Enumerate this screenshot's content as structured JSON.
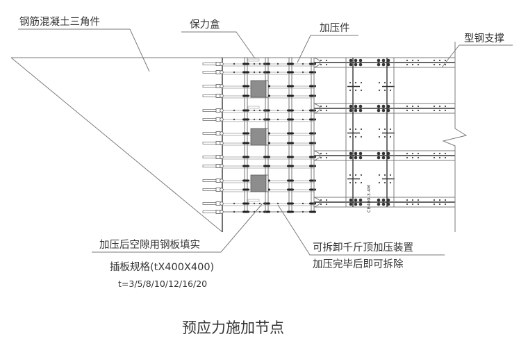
{
  "title": "预应力施加节点",
  "labels": {
    "concrete_triangle": "钢筋混凝土三角件",
    "force_box": "保力盒",
    "pressure_piece": "加压件",
    "steel_strut": "型钢支撑",
    "gap_fill": "加压后空隙用钢板填实",
    "plate_spec": "插板规格(tX400X400)",
    "plate_thickness": "t=3/5/8/10/12/16/20",
    "jack_device": "可拆卸千斤顶加压装置",
    "jack_remove": "加压完毕后即可拆除",
    "strut_mark": "CB400-3.4M"
  },
  "colors": {
    "line": "#7a7a7a",
    "text": "#333333",
    "box_fill": "#8d8d8d"
  }
}
